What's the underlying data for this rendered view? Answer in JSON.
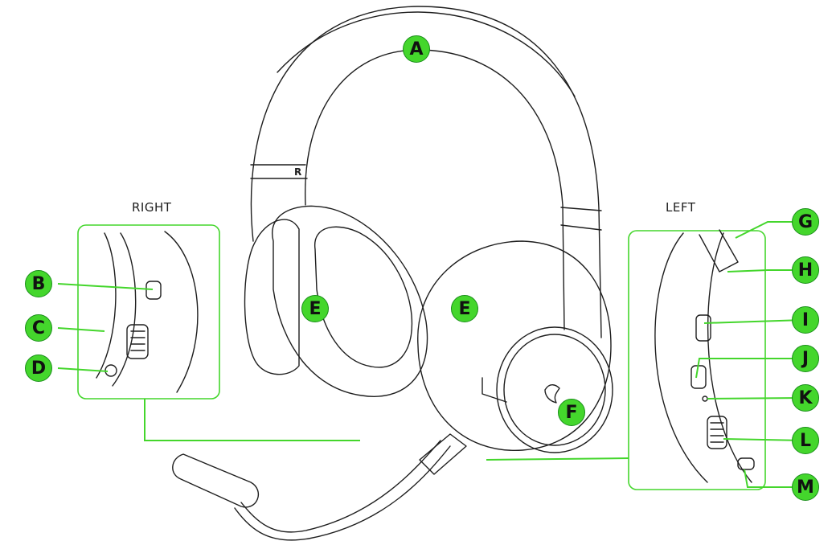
{
  "colors": {
    "accent": "#44d62c",
    "line": "#39c42a",
    "ink": "#1e1e1e"
  },
  "side_labels": {
    "right": "RIGHT",
    "left": "LEFT"
  },
  "headband_letter": "R",
  "callouts": {
    "a": "A",
    "b": "B",
    "c": "C",
    "d": "D",
    "e1": "E",
    "e2": "E",
    "f": "F",
    "g": "G",
    "h": "H",
    "i": "I",
    "j": "J",
    "k": "K",
    "l": "L",
    "m": "M"
  }
}
